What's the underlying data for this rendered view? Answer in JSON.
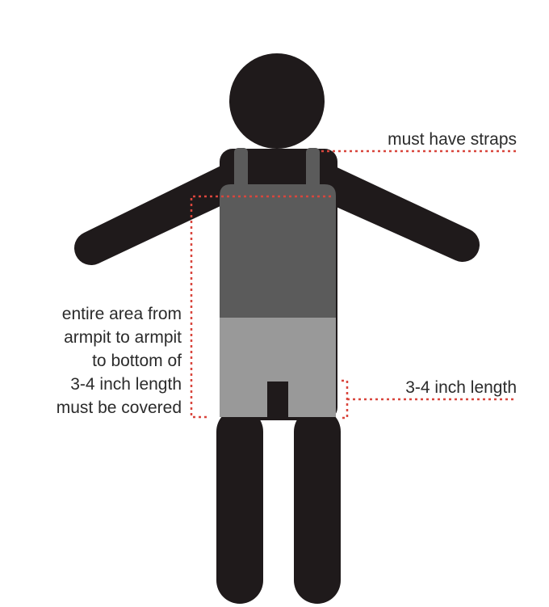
{
  "labels": {
    "straps": "must have straps",
    "coverage": [
      "entire area from",
      "armpit to armpit",
      "to bottom of",
      "3-4 inch length",
      "must be covered"
    ],
    "length": "3-4 inch length"
  },
  "colors": {
    "figure": "#1f1a1b",
    "top": "#5b5b5b",
    "bottoms": "#999999",
    "dotted_line": "#d9463d",
    "text": "#2b2b2b"
  }
}
